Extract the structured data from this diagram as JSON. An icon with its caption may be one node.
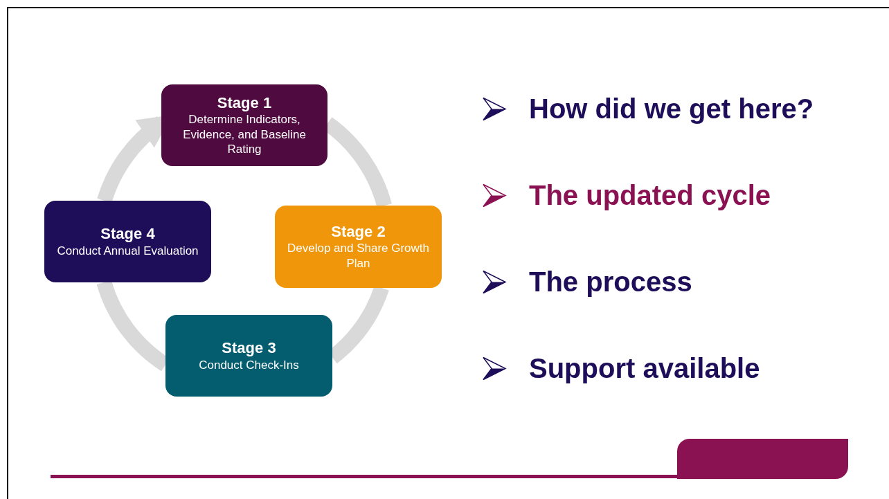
{
  "diagram": {
    "nodes": [
      {
        "text": [
          "Stage 1",
          "Determine Indicators, Evidence, and Baseline Rating"
        ]
      },
      {
        "text": [
          "Stage 2",
          "Develop and Share Growth Plan"
        ]
      },
      {
        "text": [
          "Stage 3",
          "Conduct Check-Ins"
        ]
      },
      {
        "text": [
          "Stage 4",
          "Conduct Annual Evaluation"
        ]
      }
    ],
    "edges": [
      {
        "from": 0,
        "to": 1,
        "arrow": "none"
      },
      {
        "from": 1,
        "to": 2,
        "arrow": "none"
      },
      {
        "from": 2,
        "to": 3,
        "arrow": "none"
      },
      {
        "from": 3,
        "to": 0,
        "arrow": "to"
      }
    ],
    "labels": [
      "How did we get here?",
      "The updated cycle",
      "The process",
      "Support available"
    ]
  }
}
